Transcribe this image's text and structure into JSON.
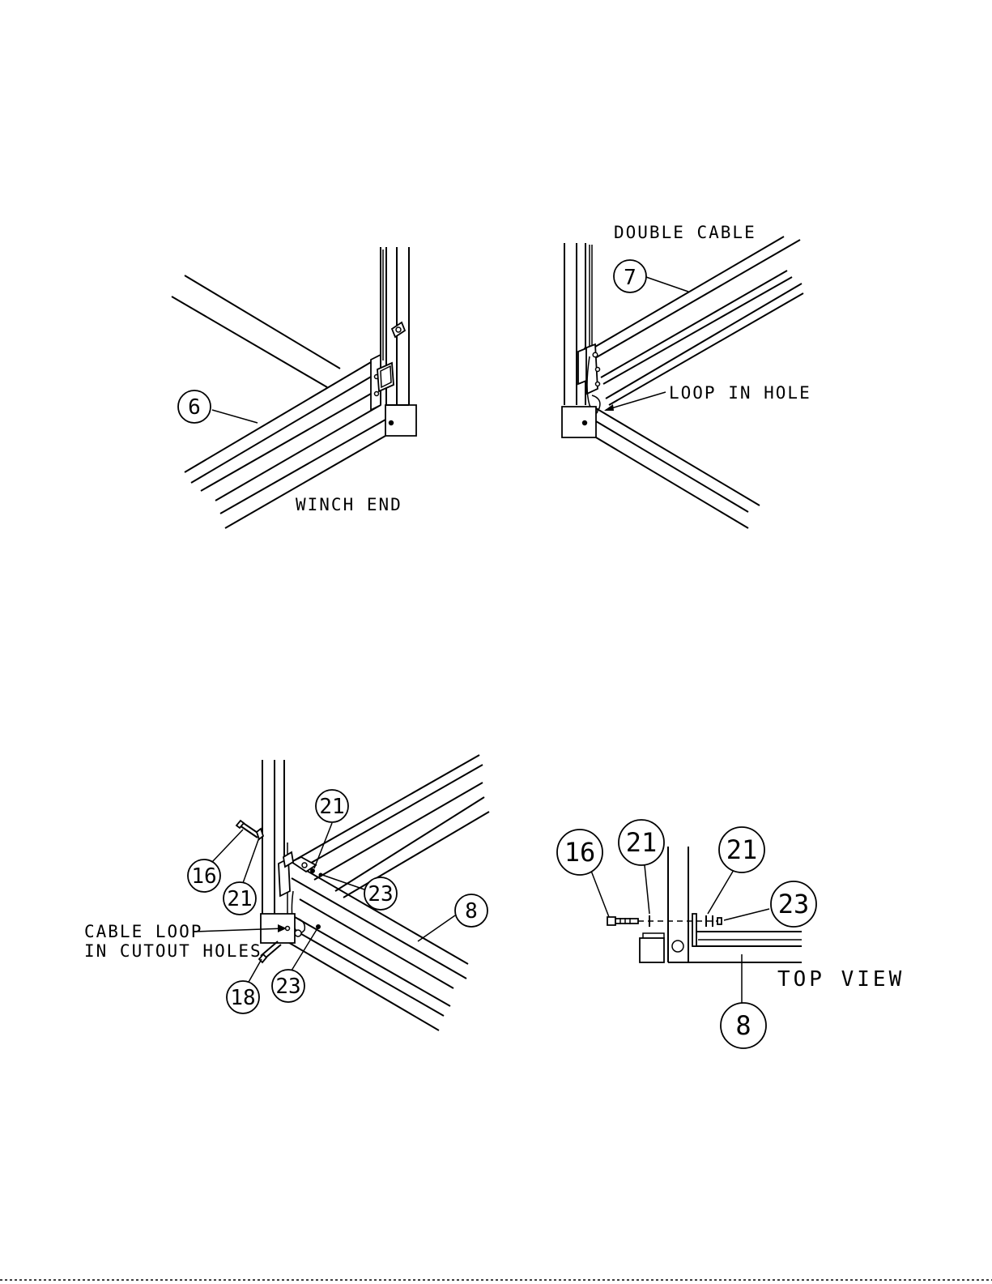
{
  "views": {
    "winch_end": {
      "caption": "WINCH END",
      "callouts": [
        "6"
      ]
    },
    "double_cable": {
      "caption": "DOUBLE CABLE",
      "note": "LOOP IN HOLE",
      "callouts": [
        "7"
      ]
    },
    "cable_loop": {
      "note_line1": "CABLE LOOP",
      "note_line2": "IN CUTOUT HOLES",
      "callouts": [
        "21",
        "16",
        "21",
        "23",
        "8",
        "18",
        "23"
      ]
    },
    "top_view": {
      "caption": "TOP VIEW",
      "callouts": [
        "16",
        "21",
        "21",
        "23",
        "8"
      ]
    }
  }
}
